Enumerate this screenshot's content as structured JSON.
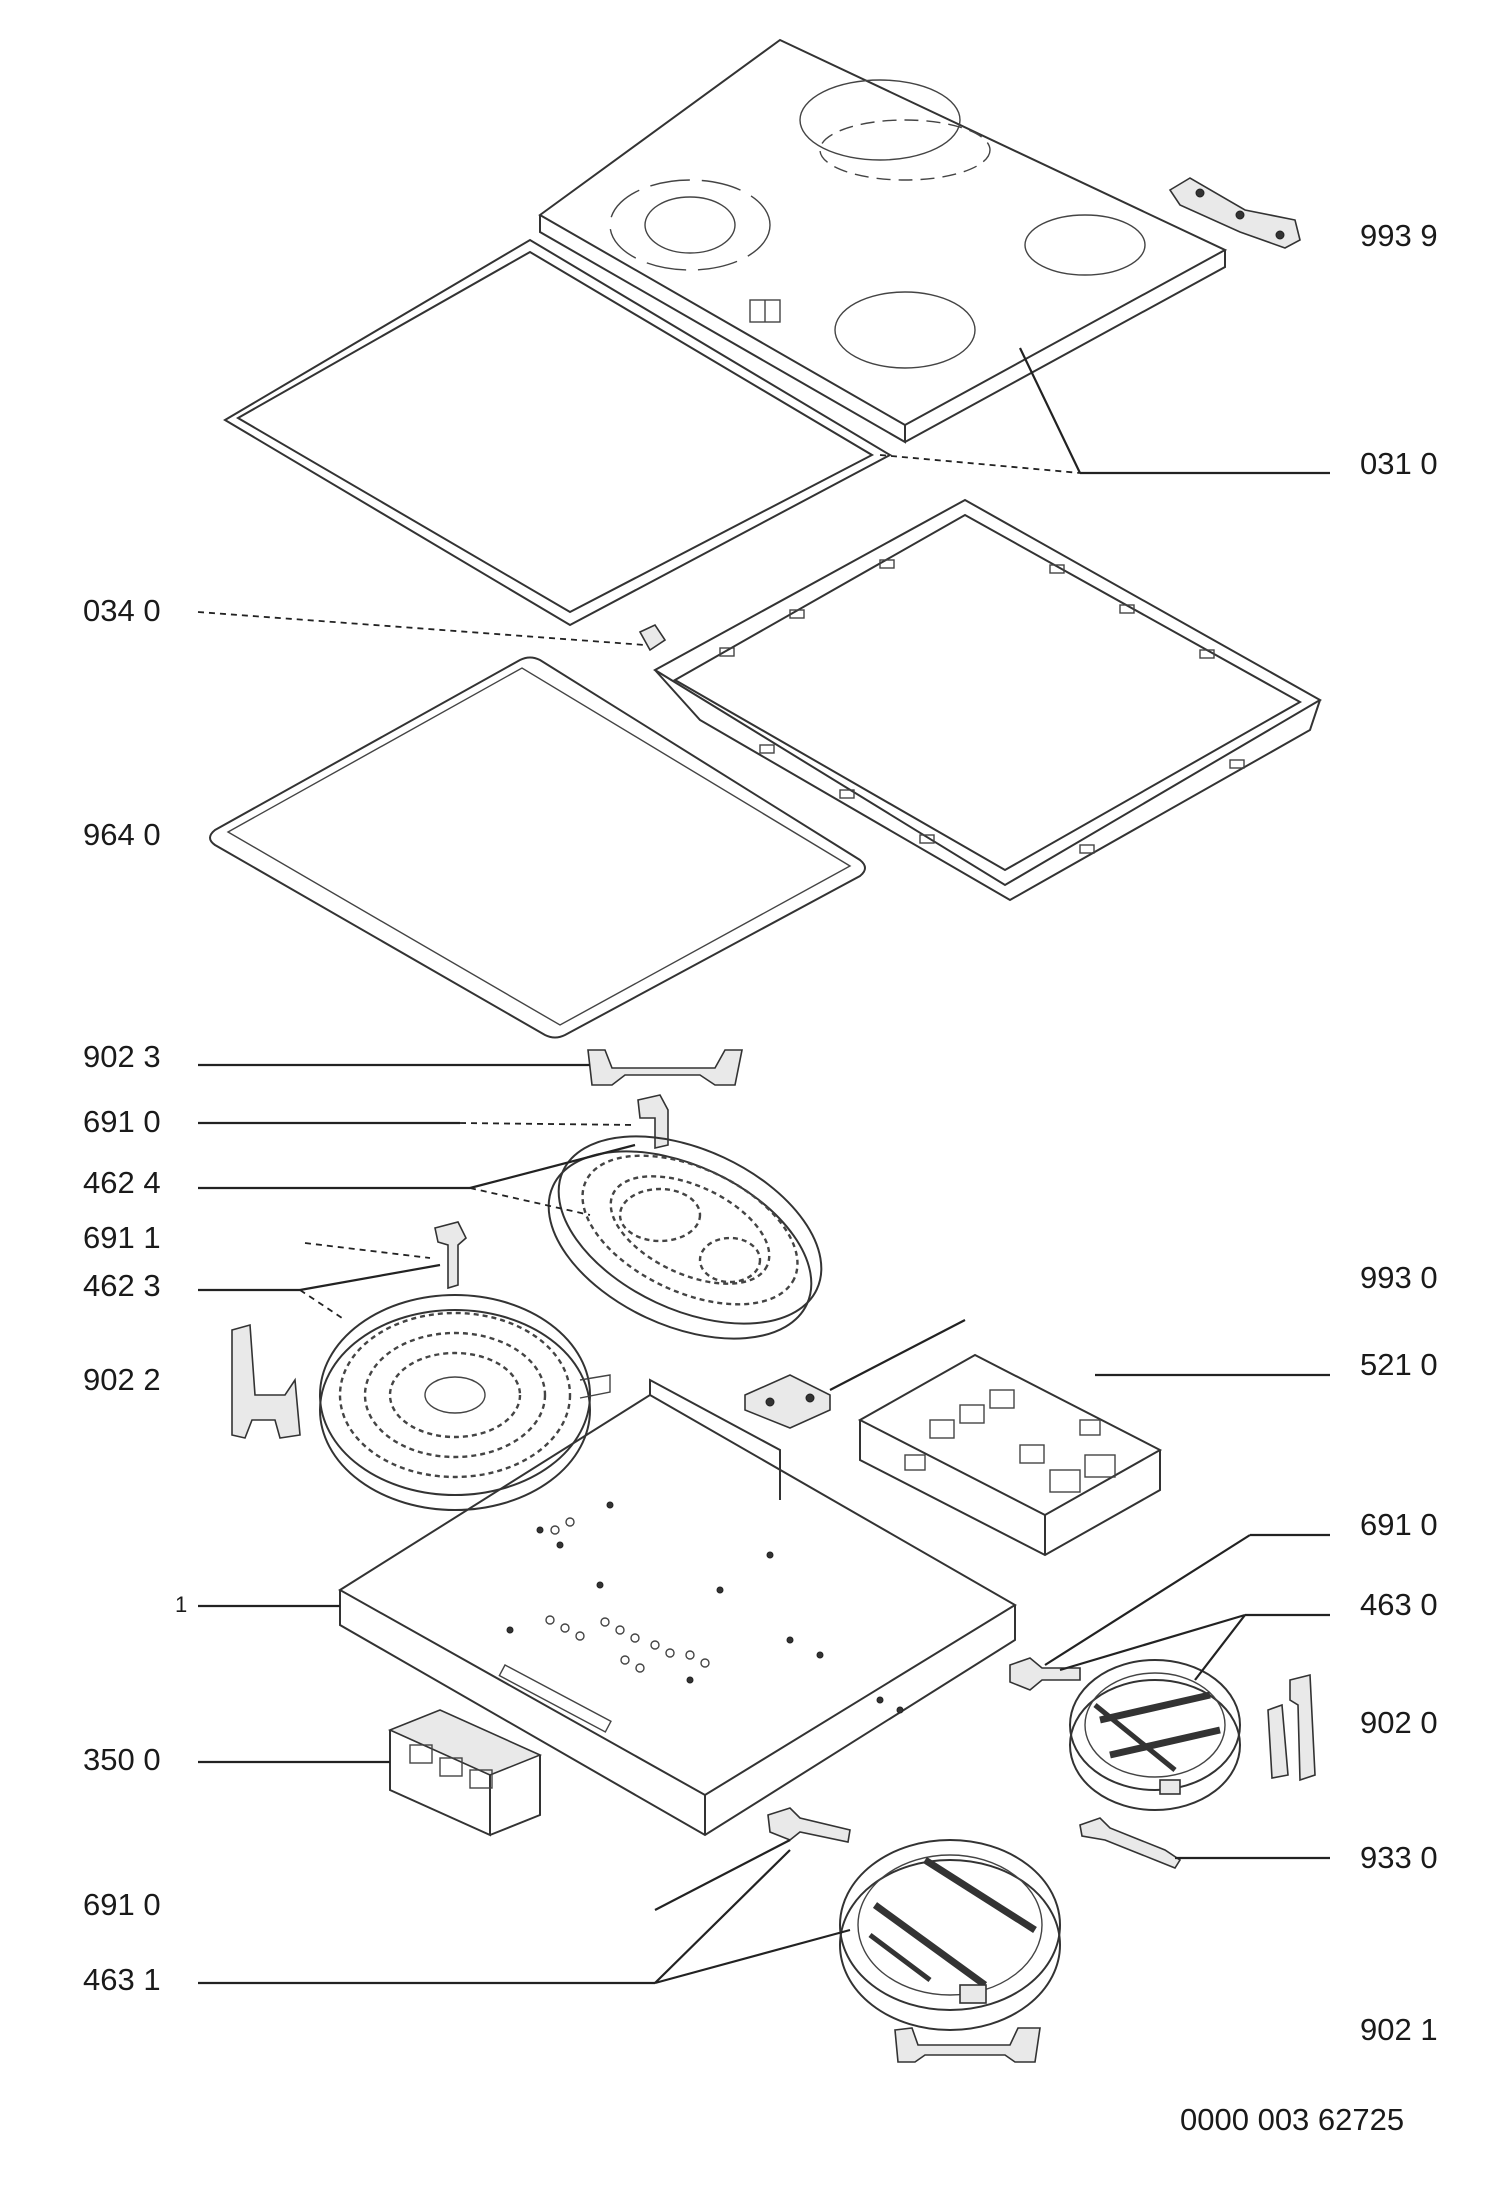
{
  "labels": {
    "l_9939": "993 9",
    "l_0310": "031 0",
    "l_0340": "034 0",
    "l_9640": "964 0",
    "l_9023": "902 3",
    "l_6910_a": "691 0",
    "l_4624": "462 4",
    "l_6911": "691 1",
    "l_4623": "462 3",
    "l_9930": "993 0",
    "l_9022": "902 2",
    "l_5210": "521 0",
    "l_6910_b": "691 0",
    "l_4630": "463 0",
    "l_1": "1",
    "l_9020": "902 0",
    "l_3500": "350 0",
    "l_9330": "933 0",
    "l_6910_c": "691 0",
    "l_4631": "463 1",
    "l_9021": "902 1"
  },
  "footer": {
    "drawing_number": "0000 003 62725"
  }
}
